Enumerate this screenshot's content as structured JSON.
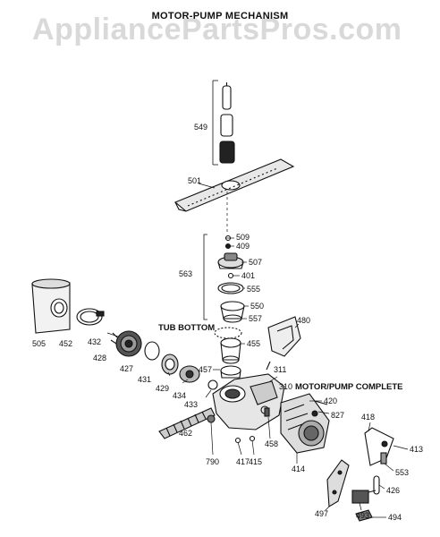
{
  "watermark": "AppliancePartsPros.com",
  "title": "MOTOR-PUMP MECHANISM",
  "section_labels": {
    "tub_bottom": "TUB BOTTOM",
    "motor_pump_complete": "MOTOR/PUMP COMPLETE"
  },
  "part_numbers": {
    "p549": "549",
    "p501": "501",
    "p509": "509",
    "p409": "409",
    "p563": "563",
    "p507": "507",
    "p401": "401",
    "p555": "555",
    "p550": "550",
    "p557": "557",
    "p480": "480",
    "p505": "505",
    "p452": "452",
    "p432": "432",
    "p428": "428",
    "p427": "427",
    "p431": "431",
    "p429": "429",
    "p434": "434",
    "p433": "433",
    "p457": "457",
    "p455": "455",
    "p311": "311",
    "p310": "310",
    "p420": "420",
    "p827": "827",
    "p418": "418",
    "p413": "413",
    "p553": "553",
    "p462": "462",
    "p790": "790",
    "p417": "417",
    "p415": "415",
    "p458": "458",
    "p414": "414",
    "p426": "426",
    "p497": "497",
    "p493": "493",
    "p494": "494"
  }
}
